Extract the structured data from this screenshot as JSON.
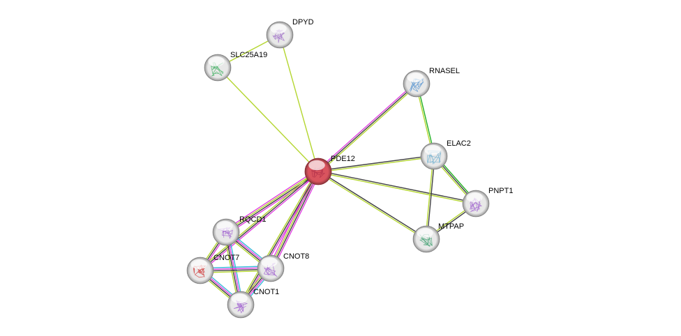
{
  "title": "STRING protein interaction network",
  "edge_colors": {
    "experiments": "#e040e0",
    "database": "#36b8d8",
    "textmining": "#b4d630",
    "coexpression": "#404040",
    "neighborhood": "#20b020"
  },
  "nodes": [
    {
      "id": "PDE12",
      "label": "PDE12",
      "query": true,
      "color": "#d9545e",
      "art": "#b0304a"
    },
    {
      "id": "DPYD",
      "label": "DPYD",
      "color": "#e8e8e8",
      "art": "#a070c8"
    },
    {
      "id": "SLC25A19",
      "label": "SLC25A19",
      "color": "#e8e8e8",
      "art": "#40b060"
    },
    {
      "id": "RNASEL",
      "label": "RNASEL",
      "color": "#e8e8e8",
      "art": "#5090d0"
    },
    {
      "id": "ELAC2",
      "label": "ELAC2",
      "color": "#e8e8e8",
      "art": "#70b0d0"
    },
    {
      "id": "PNPT1",
      "label": "PNPT1",
      "color": "#e8e8e8",
      "art": "#a060d0"
    },
    {
      "id": "MTPAP",
      "label": "MTPAP",
      "color": "#e8e8e8",
      "art": "#40a070"
    },
    {
      "id": "RQCD1",
      "label": "RQCD1",
      "color": "#e8e8e8",
      "art": "#a060d0"
    },
    {
      "id": "CNOT7",
      "label": "CNOT7",
      "color": "#e8e8e8",
      "art": "#d03030"
    },
    {
      "id": "CNOT8",
      "label": "CNOT8",
      "color": "#e8e8e8",
      "art": "#a060d0"
    },
    {
      "id": "CNOT1",
      "label": "CNOT1",
      "color": "#e8e8e8",
      "art": "#a060d0"
    }
  ],
  "edges": [
    {
      "from": "PDE12",
      "to": "DPYD",
      "types": [
        "textmining"
      ]
    },
    {
      "from": "PDE12",
      "to": "SLC25A19",
      "types": [
        "textmining"
      ]
    },
    {
      "from": "DPYD",
      "to": "SLC25A19",
      "types": [
        "textmining"
      ]
    },
    {
      "from": "PDE12",
      "to": "RNASEL",
      "types": [
        "experiments",
        "coexpression",
        "textmining"
      ]
    },
    {
      "from": "PDE12",
      "to": "ELAC2",
      "types": [
        "coexpression",
        "textmining"
      ]
    },
    {
      "from": "PDE12",
      "to": "PNPT1",
      "types": [
        "coexpression",
        "textmining"
      ]
    },
    {
      "from": "PDE12",
      "to": "MTPAP",
      "types": [
        "coexpression",
        "textmining"
      ]
    },
    {
      "from": "RNASEL",
      "to": "ELAC2",
      "types": [
        "neighborhood",
        "textmining"
      ]
    },
    {
      "from": "ELAC2",
      "to": "PNPT1",
      "types": [
        "neighborhood",
        "coexpression",
        "textmining"
      ]
    },
    {
      "from": "ELAC2",
      "to": "MTPAP",
      "types": [
        "coexpression",
        "textmining"
      ]
    },
    {
      "from": "PNPT1",
      "to": "MTPAP",
      "types": [
        "coexpression",
        "textmining"
      ]
    },
    {
      "from": "PDE12",
      "to": "RQCD1",
      "types": [
        "experiments",
        "coexpression",
        "textmining",
        "experiments"
      ]
    },
    {
      "from": "PDE12",
      "to": "CNOT7",
      "types": [
        "experiments",
        "coexpression",
        "textmining"
      ]
    },
    {
      "from": "PDE12",
      "to": "CNOT8",
      "types": [
        "experiments",
        "coexpression",
        "textmining",
        "experiments"
      ]
    },
    {
      "from": "PDE12",
      "to": "CNOT1",
      "types": [
        "experiments",
        "coexpression",
        "textmining"
      ]
    },
    {
      "from": "RQCD1",
      "to": "CNOT7",
      "types": [
        "experiments",
        "coexpression",
        "textmining"
      ]
    },
    {
      "from": "RQCD1",
      "to": "CNOT8",
      "types": [
        "database",
        "experiments",
        "coexpression",
        "textmining"
      ]
    },
    {
      "from": "RQCD1",
      "to": "CNOT1",
      "types": [
        "database",
        "experiments",
        "coexpression",
        "textmining"
      ]
    },
    {
      "from": "CNOT7",
      "to": "CNOT8",
      "types": [
        "database",
        "experiments",
        "coexpression",
        "textmining"
      ]
    },
    {
      "from": "CNOT7",
      "to": "CNOT1",
      "types": [
        "database",
        "experiments",
        "coexpression",
        "textmining"
      ]
    },
    {
      "from": "CNOT8",
      "to": "CNOT1",
      "types": [
        "database",
        "experiments",
        "coexpression",
        "textmining"
      ]
    }
  ]
}
